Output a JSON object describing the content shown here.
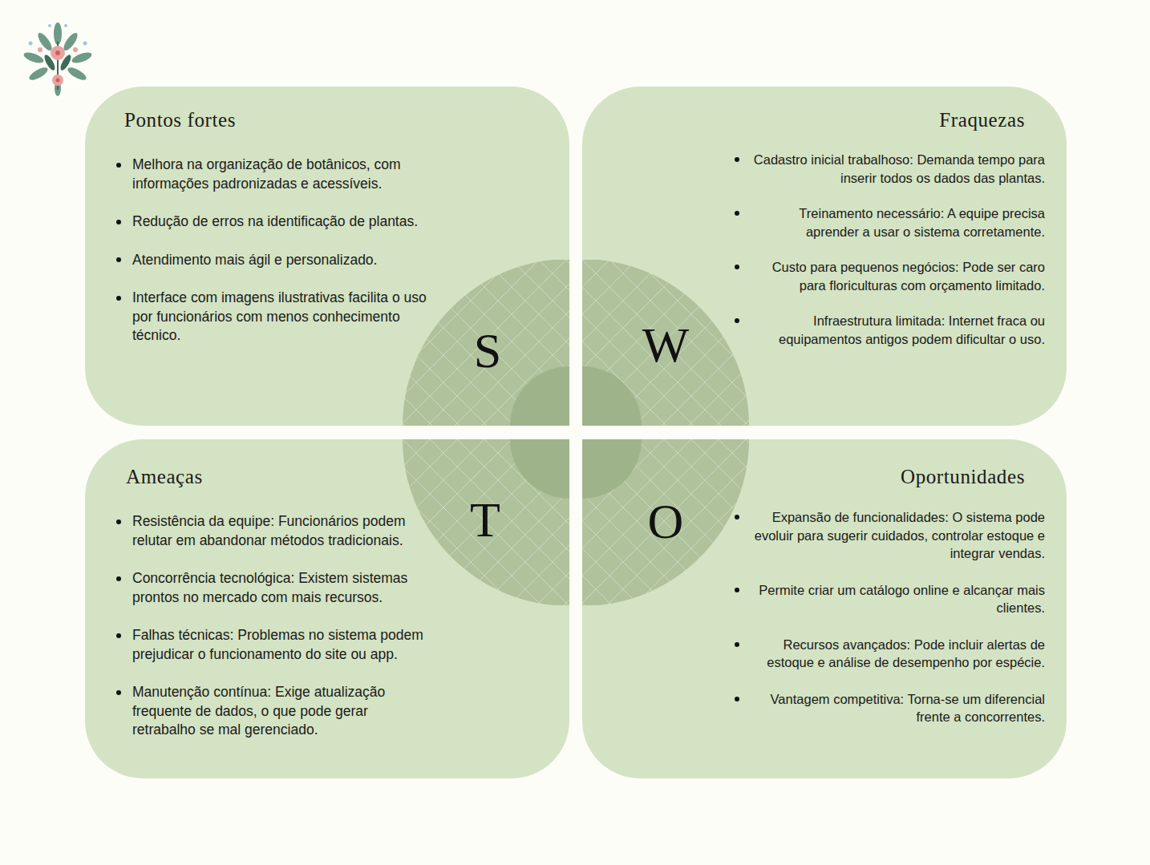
{
  "diagram": {
    "nodes": [
      {
        "text": [
          "Pontos fortes",
          "Melhora na organização de botânicos, com informações padronizadas e acessíveis.",
          "Redução de erros na identificação de plantas.",
          "Atendimento mais ágil e personalizado.",
          "Interface com imagens ilustrativas facilita o uso por funcionários com menos conhecimento técnico."
        ]
      },
      {
        "text": [
          "Fraquezas",
          "Cadastro inicial trabalhoso: Demanda tempo para inserir todos os dados das plantas.",
          "Treinamento necessário: A equipe precisa aprender a usar o sistema corretamente.",
          "Custo para pequenos negócios: Pode ser caro para floriculturas com orçamento limitado.",
          "Infraestrutura limitada: Internet fraca ou equipamentos antigos podem dificultar o uso."
        ]
      },
      {
        "text": [
          "Ameaças",
          "Resistência da equipe: Funcionários podem relutar em abandonar métodos tradicionais.",
          "Concorrência tecnológica: Existem sistemas prontos no mercado com mais recursos.",
          "Falhas técnicas: Problemas no sistema podem prejudicar o funcionamento do site ou app.",
          "Manutenção contínua: Exige atualização frequente de dados, o que pode gerar retrabalho se mal gerenciado."
        ]
      },
      {
        "text": [
          "Oportunidades",
          "Expansão de funcionalidades: O sistema pode evoluir para sugerir cuidados, controlar estoque e integrar vendas.",
          "Permite criar um catálogo online e alcançar mais clientes.",
          "Recursos avançados: Pode incluir alertas de estoque e análise de desempenho por espécie.",
          "Vantagem competitiva: Torna-se um diferencial frente a concorrentes."
        ]
      },
      {
        "text": [
          "S"
        ]
      },
      {
        "text": [
          "W"
        ]
      },
      {
        "text": [
          "T"
        ]
      },
      {
        "text": [
          "O"
        ]
      }
    ]
  }
}
